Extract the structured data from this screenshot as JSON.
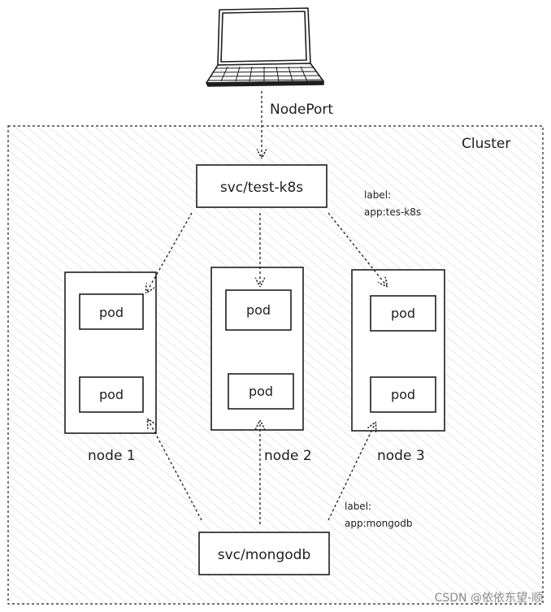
{
  "client": {
    "icon": "laptop-icon"
  },
  "connection": {
    "label": "NodePort"
  },
  "cluster": {
    "label": "Cluster"
  },
  "services": {
    "frontend": {
      "name": "svc/test-k8s",
      "selector_key": "label:",
      "selector_value": "app:tes-k8s"
    },
    "database": {
      "name": "svc/mongodb",
      "selector_key": "label:",
      "selector_value": "app:mongodb"
    }
  },
  "nodes": [
    {
      "label": "node 1",
      "pods": [
        "pod",
        "pod"
      ]
    },
    {
      "label": "node 2",
      "pods": [
        "pod",
        "pod"
      ]
    },
    {
      "label": "node 3",
      "pods": [
        "pod",
        "pod"
      ]
    }
  ],
  "watermark": "CSDN @依依东望-顺"
}
